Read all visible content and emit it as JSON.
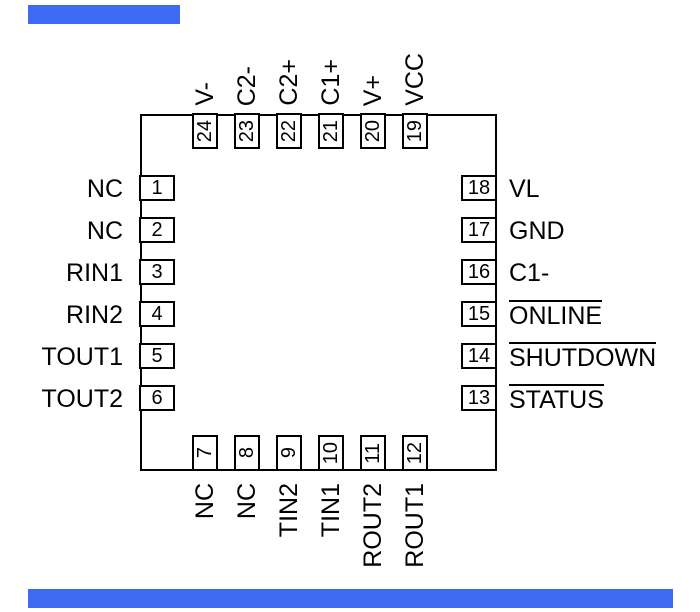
{
  "colors": {
    "watermark": "#3d6af2",
    "line": "#000000",
    "background": "#ffffff"
  },
  "chip": {
    "top_pins": [
      {
        "num": "24",
        "label": "V-"
      },
      {
        "num": "23",
        "label": "C2-"
      },
      {
        "num": "22",
        "label": "C2+"
      },
      {
        "num": "21",
        "label": "C1+"
      },
      {
        "num": "20",
        "label": "V+"
      },
      {
        "num": "19",
        "label": "VCC"
      }
    ],
    "left_pins": [
      {
        "num": "1",
        "label": "NC"
      },
      {
        "num": "2",
        "label": "NC"
      },
      {
        "num": "3",
        "label": "RIN1"
      },
      {
        "num": "4",
        "label": "RIN2"
      },
      {
        "num": "5",
        "label": "TOUT1"
      },
      {
        "num": "6",
        "label": "TOUT2"
      }
    ],
    "right_pins": [
      {
        "num": "18",
        "label": "VL",
        "overline": false
      },
      {
        "num": "17",
        "label": "GND",
        "overline": false
      },
      {
        "num": "16",
        "label": "C1-",
        "overline": false
      },
      {
        "num": "15",
        "label": "ONLINE",
        "overline": true
      },
      {
        "num": "14",
        "label": "SHUTDOWN",
        "overline": true
      },
      {
        "num": "13",
        "label": "STATUS",
        "overline": true
      }
    ],
    "bottom_pins": [
      {
        "num": "7",
        "label": "NC"
      },
      {
        "num": "8",
        "label": "NC"
      },
      {
        "num": "9",
        "label": "TIN2"
      },
      {
        "num": "10",
        "label": "TIN1"
      },
      {
        "num": "11",
        "label": "ROUT2"
      },
      {
        "num": "12",
        "label": "ROUT1"
      }
    ]
  }
}
